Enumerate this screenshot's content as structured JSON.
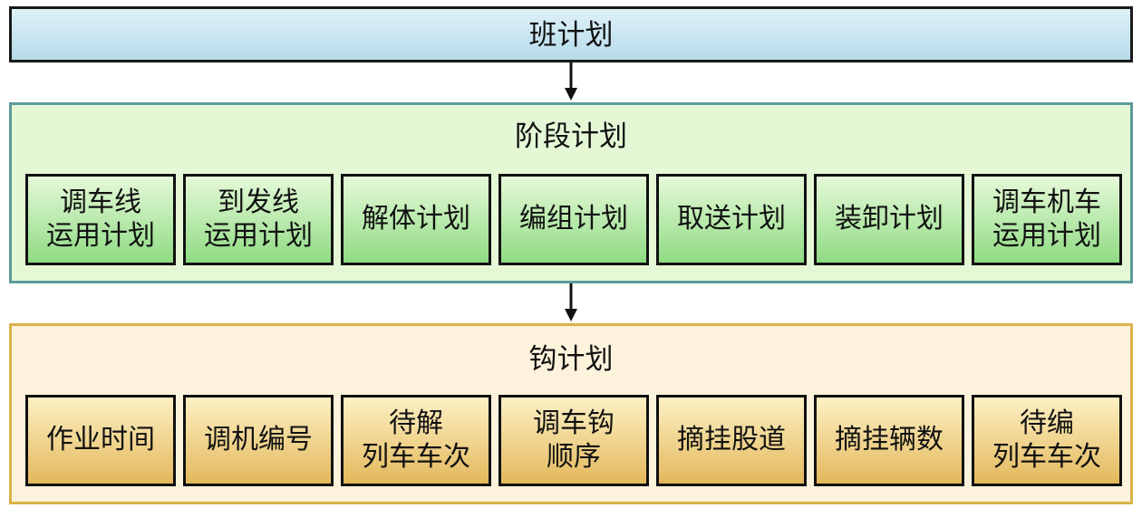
{
  "shift_plan": {
    "title": "班计划"
  },
  "stage_plan": {
    "title": "阶段计划",
    "items": [
      {
        "label": "调车线\n运用计划"
      },
      {
        "label": "到发线\n运用计划"
      },
      {
        "label": "解体计划"
      },
      {
        "label": "编组计划"
      },
      {
        "label": "取送计划"
      },
      {
        "label": "装卸计划"
      },
      {
        "label": "调车机车\n运用计划"
      }
    ]
  },
  "hook_plan": {
    "title": "钩计划",
    "items": [
      {
        "label": "作业时间"
      },
      {
        "label": "调机编号"
      },
      {
        "label": "待解\n列车车次"
      },
      {
        "label": "调车钩\n顺序"
      },
      {
        "label": "摘挂股道"
      },
      {
        "label": "摘挂辆数"
      },
      {
        "label": "待编\n列车车次"
      }
    ]
  },
  "colors": {
    "shift_fill": "#b6dcea",
    "stage_fill": "#e4f8d6",
    "stage_border": "#5d9b9b",
    "stage_item_fill": "#8fdb83",
    "hook_fill": "#fdf3dc",
    "hook_border": "#d9b34a",
    "hook_item_fill": "#e3b85b"
  }
}
